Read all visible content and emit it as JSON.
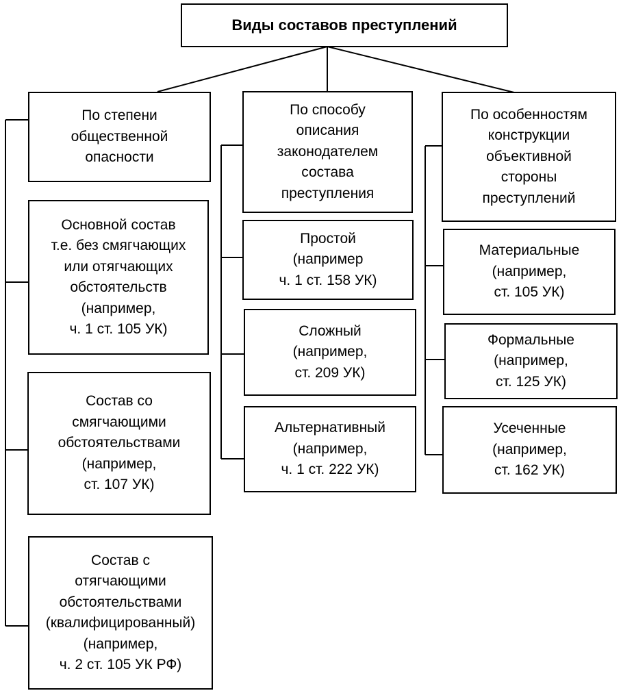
{
  "title": [
    "Виды составов преступлений"
  ],
  "columns": [
    {
      "header": [
        "По степени",
        "общественной",
        "опасности"
      ],
      "items": [
        [
          "Основной состав",
          "т.е. без смягчающих",
          "или отягчающих",
          "обстоятельств",
          "(например,",
          "ч. 1 ст. 105 УК)"
        ],
        [
          "Состав со",
          "смягчающими",
          "обстоятельствами",
          "(например,",
          "ст. 107 УК)"
        ],
        [
          "Состав с",
          "отягчающими",
          "обстоятельствами",
          "(квалифицированный)",
          "(например,",
          "ч. 2 ст. 105 УК РФ)"
        ]
      ]
    },
    {
      "header": [
        "По способу",
        "описания",
        "законодателем",
        "состава",
        "преступления"
      ],
      "items": [
        [
          "Простой",
          "(например",
          "ч. 1 ст. 158 УК)"
        ],
        [
          "Сложный",
          "(например,",
          "ст. 209 УК)"
        ],
        [
          "Альтернативный",
          "(например,",
          "ч. 1 ст. 222 УК)"
        ]
      ]
    },
    {
      "header": [
        "По особенностям",
        "конструкции",
        "объективной",
        "стороны",
        "преступлений"
      ],
      "items": [
        [
          "Материальные",
          "(например,",
          "ст. 105 УК)"
        ],
        [
          "Формальные",
          "(например,",
          "ст. 125 УК)"
        ],
        [
          "Усеченные",
          "(например,",
          "ст. 162 УК)"
        ]
      ]
    }
  ]
}
